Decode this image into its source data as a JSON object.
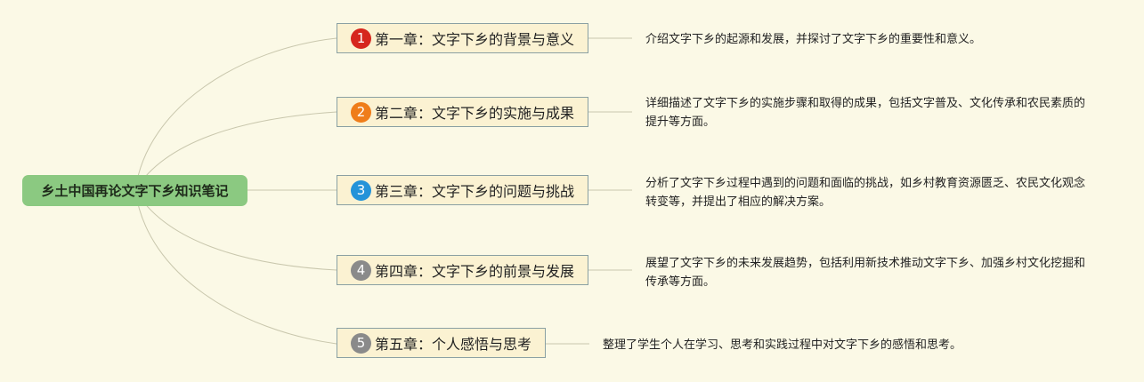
{
  "root": {
    "title": "乡土中国再论文字下乡知识笔记"
  },
  "chapters": [
    {
      "number": "1",
      "title": "第一章：文字下乡的背景与意义",
      "badge_color": "#d6261e",
      "description": "介绍文字下乡的起源和发展，并探讨了文字下乡的重要性和意义。"
    },
    {
      "number": "2",
      "title": "第二章：文字下乡的实施与成果",
      "badge_color": "#ef7d1a",
      "description": "详细描述了文字下乡的实施步骤和取得的成果，包括文字普及、文化传承和农民素质的提升等方面。"
    },
    {
      "number": "3",
      "title": "第三章：文字下乡的问题与挑战",
      "badge_color": "#2493d9",
      "description": "分析了文字下乡过程中遇到的问题和面临的挑战，如乡村教育资源匮乏、农民文化观念转变等，并提出了相应的解决方案。"
    },
    {
      "number": "4",
      "title": "第四章：文字下乡的前景与发展",
      "badge_color": "#8a8a8a",
      "description": "展望了文字下乡的未来发展趋势，包括利用新技术推动文字下乡、加强乡村文化挖掘和传承等方面。"
    },
    {
      "number": "5",
      "title": "第五章：个人感悟与思考",
      "badge_color": "#8a8a8a",
      "description": "整理了学生个人在学习、思考和实践过程中对文字下乡的感悟和思考。"
    }
  ]
}
